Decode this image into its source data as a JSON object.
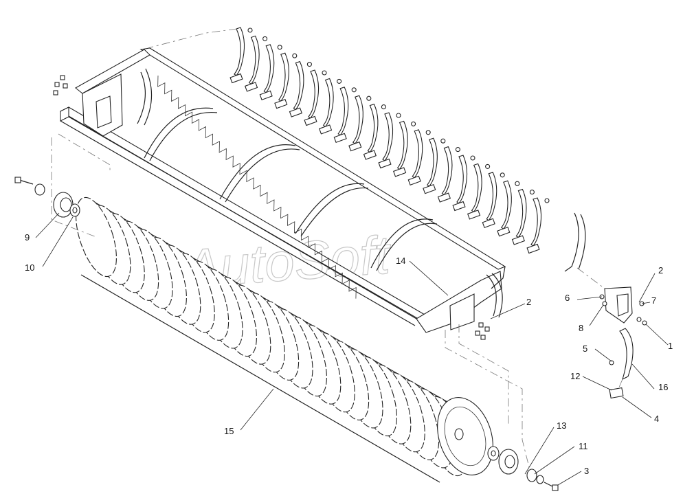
{
  "watermark": "AutoSoft",
  "callouts": [
    "1",
    "2",
    "2",
    "3",
    "4",
    "5",
    "6",
    "7",
    "8",
    "9",
    "10",
    "11",
    "12",
    "13",
    "14",
    "15",
    "16"
  ]
}
